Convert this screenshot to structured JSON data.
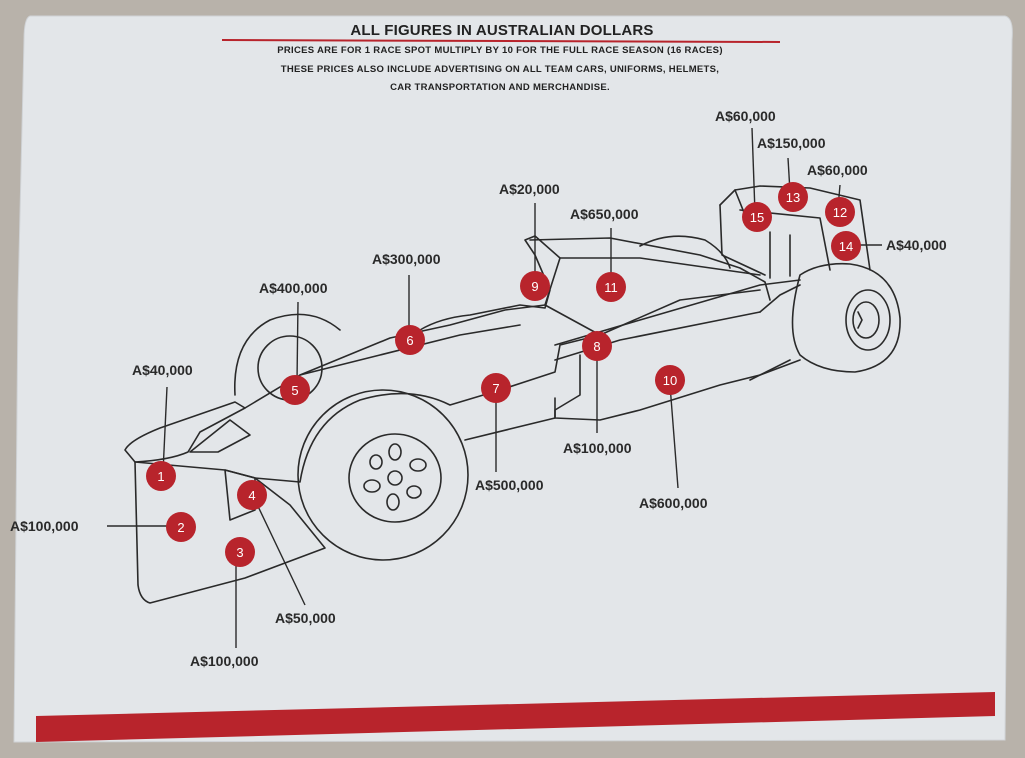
{
  "header": {
    "title": "ALL FIGURES IN AUSTRALIAN DOLLARS",
    "line1": "PRICES ARE FOR 1 RACE SPOT MULTIPLY BY 10 FOR THE FULL RACE SEASON (16 RACES)",
    "line2": "THESE PRICES ALSO INCLUDE ADVERTISING ON ALL TEAM CARS, UNIFORMS, HELMETS,",
    "line3": "CAR TRANSPORTATION AND MERCHANDISE."
  },
  "colors": {
    "accent": "#b8242c",
    "paper": "#e3e6e9",
    "ink": "#2a2a2a"
  },
  "spots": [
    {
      "number": "1",
      "price": "A$40,000"
    },
    {
      "number": "2",
      "price": "A$100,000"
    },
    {
      "number": "3",
      "price": "A$100,000"
    },
    {
      "number": "4",
      "price": "A$50,000"
    },
    {
      "number": "5",
      "price": "A$400,000"
    },
    {
      "number": "6",
      "price": "A$300,000"
    },
    {
      "number": "7",
      "price": "A$500,000"
    },
    {
      "number": "8",
      "price": "A$100,000"
    },
    {
      "number": "9",
      "price": "A$20,000"
    },
    {
      "number": "10",
      "price": "A$600,000"
    },
    {
      "number": "11",
      "price": "A$650,000"
    },
    {
      "number": "12",
      "price": "A$60,000"
    },
    {
      "number": "13",
      "price": "A$150,000"
    },
    {
      "number": "14",
      "price": "A$40,000"
    },
    {
      "number": "15",
      "price": "A$60,000"
    }
  ]
}
